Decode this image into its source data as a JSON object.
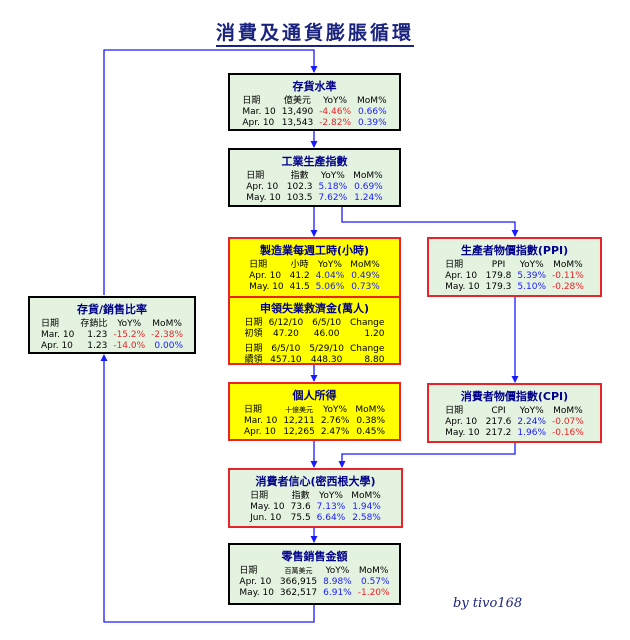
{
  "title": "消費及通貨膨脹循環",
  "signature": "by tivo168",
  "colors": {
    "arrow": "#1a1aff",
    "green_fill": "#e3f3df",
    "yellow_fill": "#ffff00",
    "red_border": "#e8232a",
    "title": "#1a237e"
  },
  "boxes": {
    "inventory": {
      "title": "存貨水準",
      "header": [
        "日期",
        "億美元",
        "YoY%",
        "MoM%"
      ],
      "rows": [
        [
          "Mar. 10",
          "13,490",
          "-4.46%",
          "0.66%"
        ],
        [
          "Apr. 10",
          "13,543",
          "-2.82%",
          "0.39%"
        ]
      ]
    },
    "industrial": {
      "title": "工業生產指數",
      "header": [
        "日期",
        "指數",
        "YoY%",
        "MoM%"
      ],
      "rows": [
        [
          "Apr. 10",
          "102.3",
          "5.18%",
          "0.69%"
        ],
        [
          "May. 10",
          "103.5",
          "7.62%",
          "1.24%"
        ]
      ]
    },
    "hours": {
      "title": "製造業每週工時(小時)",
      "header": [
        "日期",
        "小時",
        "YoY%",
        "MoM%"
      ],
      "rows": [
        [
          "Apr. 10",
          "41.2",
          "4.04%",
          "0.49%"
        ],
        [
          "May. 10",
          "41.5",
          "5.06%",
          "0.73%"
        ]
      ]
    },
    "claims": {
      "title": "申領失業救濟金(萬人)",
      "block1": {
        "header": [
          "日期",
          "6/12/10",
          "6/5/10",
          "Change"
        ],
        "row": [
          "初領",
          "47.20",
          "46.00",
          "1.20"
        ]
      },
      "block2": {
        "header": [
          "日期",
          "6/5/10",
          "5/29/10",
          "Change"
        ],
        "row": [
          "續領",
          "457.10",
          "448.30",
          "8.80"
        ]
      }
    },
    "income": {
      "title": "個人所得",
      "header": [
        "日期",
        "十億美元",
        "YoY%",
        "MoM%"
      ],
      "rows": [
        [
          "Mar. 10",
          "12,211",
          "2.76%",
          "0.38%"
        ],
        [
          "Apr. 10",
          "12,265",
          "2.47%",
          "0.45%"
        ]
      ]
    },
    "ppi": {
      "title": "生產者物價指數(PPI)",
      "header": [
        "日期",
        "PPI",
        "YoY%",
        "MoM%"
      ],
      "rows": [
        [
          "Apr. 10",
          "179.8",
          "5.39%",
          "-0.11%"
        ],
        [
          "May. 10",
          "179.3",
          "5.10%",
          "-0.28%"
        ]
      ]
    },
    "cpi": {
      "title": "消費者物價指數(CPI)",
      "header": [
        "日期",
        "CPI",
        "YoY%",
        "MoM%"
      ],
      "rows": [
        [
          "Apr. 10",
          "217.6",
          "2.24%",
          "-0.07%"
        ],
        [
          "May. 10",
          "217.2",
          "1.96%",
          "-0.16%"
        ]
      ]
    },
    "sentiment": {
      "title": "消費者信心(密西根大學)",
      "header": [
        "日期",
        "指數",
        "YoY%",
        "MoM%"
      ],
      "rows": [
        [
          "May. 10",
          "73.6",
          "7.13%",
          "1.94%"
        ],
        [
          "Jun. 10",
          "75.5",
          "6.64%",
          "2.58%"
        ]
      ]
    },
    "retail": {
      "title": "零售銷售金額",
      "header": [
        "日期",
        "百萬美元",
        "YoY%",
        "MoM%"
      ],
      "rows": [
        [
          "Apr. 10",
          "366,915",
          "8.98%",
          "0.57%"
        ],
        [
          "May. 10",
          "362,517",
          "6.91%",
          "-1.20%"
        ]
      ]
    },
    "inv_sales": {
      "title": "存貨/銷售比率",
      "header": [
        "日期",
        "存銷比",
        "YoY%",
        "MoM%"
      ],
      "rows": [
        [
          "Mar. 10",
          "1.23",
          "-15.2%",
          "-2.38%"
        ],
        [
          "Apr. 10",
          "1.23",
          "-14.0%",
          "0.00%"
        ]
      ]
    }
  }
}
